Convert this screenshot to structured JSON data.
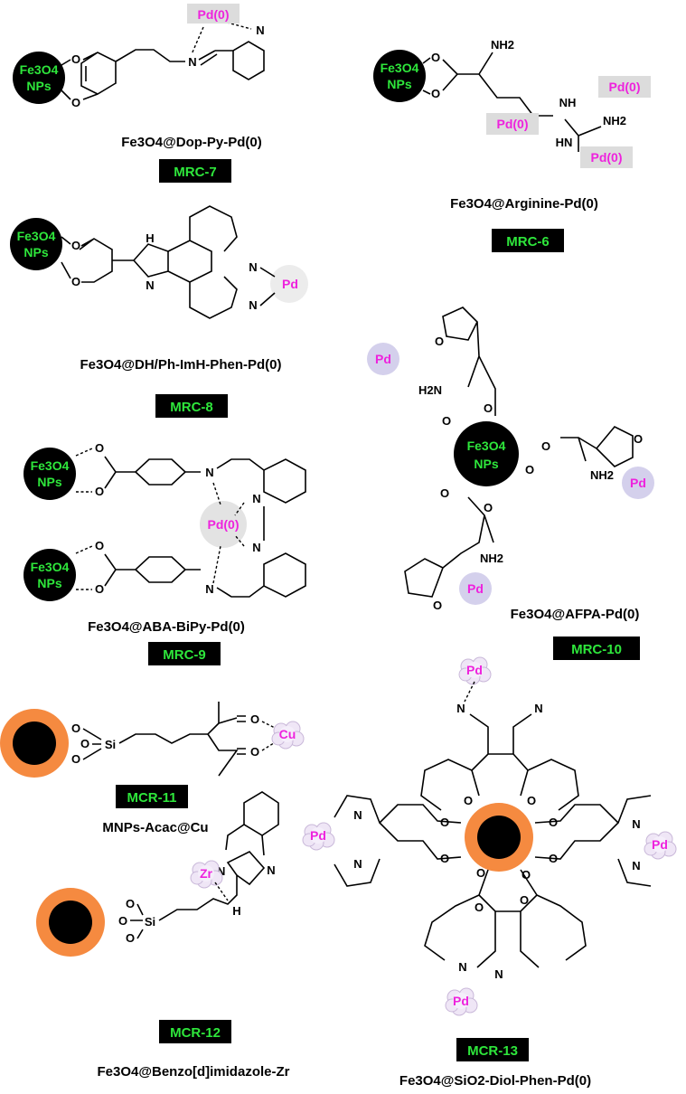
{
  "particles": {
    "fe3o4_top": "Fe3O4",
    "fe3o4_bottom": "NPs"
  },
  "metals": {
    "pd0": "Pd(0)",
    "pd": "Pd",
    "cu": "Cu",
    "zr": "Zr"
  },
  "atoms": {
    "o": "O",
    "n": "N",
    "si": "Si",
    "nh2": "NH2",
    "h2n": "H2N",
    "nh": "NH",
    "hn": "HN",
    "h": "H"
  },
  "structures": [
    {
      "id": "MRC-7",
      "tag": "MRC-7",
      "name": "Fe3O4@Dop-Py-Pd(0)"
    },
    {
      "id": "MRC-6",
      "tag": "MRC-6",
      "name": "Fe3O4@Arginine-Pd(0)"
    },
    {
      "id": "MRC-8",
      "tag": "MRC-8",
      "name": "Fe3O4@DH/Ph-ImH-Phen-Pd(0)"
    },
    {
      "id": "MRC-9",
      "tag": "MRC-9",
      "name": "Fe3O4@ABA-BiPy-Pd(0)"
    },
    {
      "id": "MRC-10",
      "tag": "MRC-10",
      "name": "Fe3O4@AFPA-Pd(0)"
    },
    {
      "id": "MCR-11",
      "tag": "MCR-11",
      "name": "MNPs-Acac@Cu"
    },
    {
      "id": "MCR-12",
      "tag": "MCR-12",
      "name": "Fe3O4@Benzo[d]imidazole-Zr"
    },
    {
      "id": "MCR-13",
      "tag": "MCR-13",
      "name": "Fe3O4@SiO2-Diol-Phen-Pd(0)"
    }
  ]
}
